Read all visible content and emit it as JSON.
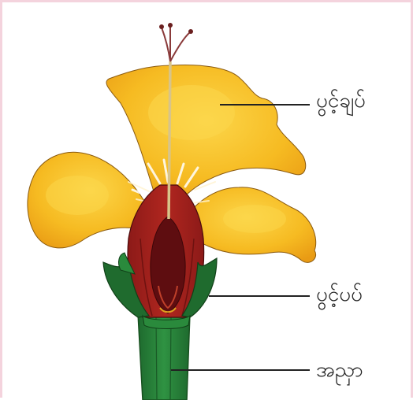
{
  "labels": {
    "petal": "ပွင့်ချပ်",
    "sepal": "ပွင့်ပပ်",
    "stalk": "အညှာ"
  },
  "colors": {
    "petal_yellow": "#f5b81c",
    "petal_light": "#fbd43a",
    "petal_dark": "#e79a12",
    "calyx_red": "#9e1f1c",
    "calyx_dark": "#5e0d10",
    "sepal_green": "#1f6b2e",
    "stalk_green": "#2a8a3c",
    "border_pink": "#f4d3dd"
  }
}
